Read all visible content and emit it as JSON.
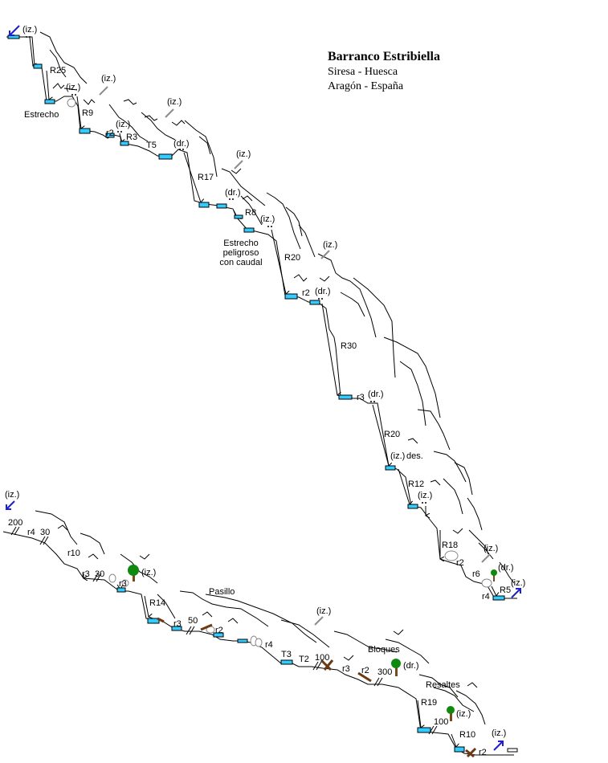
{
  "header": {
    "title": "Barranco Estribiella",
    "location": "Siresa - Huesca",
    "region": "Aragón - España"
  },
  "labels": {
    "iz": "(iz.)",
    "dr": "(dr.)",
    "des": "des.",
    "estrecho": "Estrecho",
    "estrecho_peligroso": [
      "Estrecho",
      "peligroso",
      "con caudal"
    ],
    "pasillo": "Pasillo",
    "bloques": "Bloques",
    "resaltes": "Resaltes"
  },
  "upper_route": [
    "R25",
    "R9",
    "r2",
    "R3",
    "T5",
    "R17",
    "R8",
    "R20",
    "r2",
    "R30",
    "r3",
    "R20",
    "R12",
    "R18",
    "r2",
    "r6",
    "r4",
    "R5"
  ],
  "lower_route": [
    "200",
    "r4",
    "30",
    "r10",
    "r3",
    "30",
    "r3",
    "R14",
    "r3",
    "50",
    "r2",
    "r4",
    "T3",
    "T2",
    "100",
    "r3",
    "r2",
    "300",
    "R19",
    "100",
    "R10",
    "r2"
  ],
  "colors": {
    "water": "#33ccff",
    "exit_arrow": "#1f1fcf",
    "access_arrow": "#8c8c8c",
    "tree_crown": "#0f8a0f",
    "tree_trunk": "#7a4a1a",
    "log": "#6b3a12"
  }
}
